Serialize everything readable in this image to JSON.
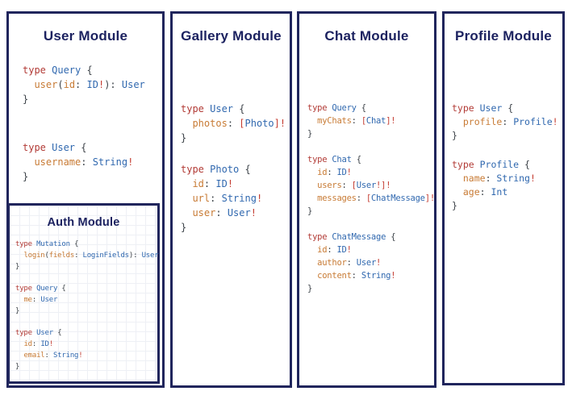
{
  "palette": {
    "border": "#20255c",
    "title": "#1c2260",
    "keyword": "#b23b36",
    "typename": "#3068af",
    "field": "#c87b35",
    "punct": "#3d4349",
    "bang": "#c43c31"
  },
  "modules": {
    "user": {
      "title": "User Module",
      "blocks": [
        [
          [
            [
              "kw",
              "type "
            ],
            [
              "ty",
              "Query "
            ],
            [
              "pn",
              "{"
            ]
          ],
          [
            [
              "pn",
              "  "
            ],
            [
              "fd",
              "user"
            ],
            [
              "pn",
              "("
            ],
            [
              "fd",
              "id"
            ],
            [
              "pn",
              ": "
            ],
            [
              "ty",
              "ID"
            ],
            [
              "bg",
              "!"
            ],
            [
              "pn",
              "): "
            ],
            [
              "ty",
              "User"
            ]
          ],
          [
            [
              "pn",
              "}"
            ]
          ]
        ],
        [
          [
            [
              "kw",
              "type "
            ],
            [
              "ty",
              "User "
            ],
            [
              "pn",
              "{"
            ]
          ],
          [
            [
              "pn",
              "  "
            ],
            [
              "fd",
              "username"
            ],
            [
              "pn",
              ": "
            ],
            [
              "ty",
              "String"
            ],
            [
              "bg",
              "!"
            ]
          ],
          [
            [
              "pn",
              "}"
            ]
          ]
        ]
      ]
    },
    "auth": {
      "title": "Auth Module",
      "blocks": [
        [
          [
            [
              "kw",
              "type "
            ],
            [
              "ty",
              "Mutation "
            ],
            [
              "pn",
              "{"
            ]
          ],
          [
            [
              "pn",
              "  "
            ],
            [
              "fd",
              "login"
            ],
            [
              "pn",
              "("
            ],
            [
              "fd",
              "fields"
            ],
            [
              "pn",
              ": "
            ],
            [
              "ty",
              "LoginFields"
            ],
            [
              "pn",
              "): "
            ],
            [
              "ty",
              "User"
            ]
          ],
          [
            [
              "pn",
              "}"
            ]
          ]
        ],
        [
          [
            [
              "kw",
              "type "
            ],
            [
              "ty",
              "Query "
            ],
            [
              "pn",
              "{"
            ]
          ],
          [
            [
              "pn",
              "  "
            ],
            [
              "fd",
              "me"
            ],
            [
              "pn",
              ": "
            ],
            [
              "ty",
              "User"
            ]
          ],
          [
            [
              "pn",
              "}"
            ]
          ]
        ],
        [
          [
            [
              "kw",
              "type "
            ],
            [
              "ty",
              "User "
            ],
            [
              "pn",
              "{"
            ]
          ],
          [
            [
              "pn",
              "  "
            ],
            [
              "fd",
              "id"
            ],
            [
              "pn",
              ": "
            ],
            [
              "ty",
              "ID"
            ],
            [
              "bg",
              "!"
            ]
          ],
          [
            [
              "pn",
              "  "
            ],
            [
              "fd",
              "email"
            ],
            [
              "pn",
              ": "
            ],
            [
              "ty",
              "String"
            ],
            [
              "bg",
              "!"
            ]
          ],
          [
            [
              "pn",
              "}"
            ]
          ]
        ]
      ]
    },
    "gallery": {
      "title": "Gallery Module",
      "blocks": [
        [
          [
            [
              "kw",
              "type "
            ],
            [
              "ty",
              "User "
            ],
            [
              "pn",
              "{"
            ]
          ],
          [
            [
              "pn",
              "  "
            ],
            [
              "fd",
              "photos"
            ],
            [
              "pn",
              ": "
            ],
            [
              "bg",
              "["
            ],
            [
              "ty",
              "Photo"
            ],
            [
              "bg",
              "]!"
            ]
          ],
          [
            [
              "pn",
              "}"
            ]
          ]
        ],
        [
          [
            [
              "kw",
              "type "
            ],
            [
              "ty",
              "Photo "
            ],
            [
              "pn",
              "{"
            ]
          ],
          [
            [
              "pn",
              "  "
            ],
            [
              "fd",
              "id"
            ],
            [
              "pn",
              ": "
            ],
            [
              "ty",
              "ID"
            ],
            [
              "bg",
              "!"
            ]
          ],
          [
            [
              "pn",
              "  "
            ],
            [
              "fd",
              "url"
            ],
            [
              "pn",
              ": "
            ],
            [
              "ty",
              "String"
            ],
            [
              "bg",
              "!"
            ]
          ],
          [
            [
              "pn",
              "  "
            ],
            [
              "fd",
              "user"
            ],
            [
              "pn",
              ": "
            ],
            [
              "ty",
              "User"
            ],
            [
              "bg",
              "!"
            ]
          ],
          [
            [
              "pn",
              "}"
            ]
          ]
        ]
      ]
    },
    "chat": {
      "title": "Chat Module",
      "blocks": [
        [
          [
            [
              "kw",
              "type "
            ],
            [
              "ty",
              "Query "
            ],
            [
              "pn",
              "{"
            ]
          ],
          [
            [
              "pn",
              "  "
            ],
            [
              "fd",
              "myChats"
            ],
            [
              "pn",
              ": "
            ],
            [
              "bg",
              "["
            ],
            [
              "ty",
              "Chat"
            ],
            [
              "bg",
              "]!"
            ]
          ],
          [
            [
              "pn",
              "}"
            ]
          ]
        ],
        [
          [
            [
              "kw",
              "type "
            ],
            [
              "ty",
              "Chat "
            ],
            [
              "pn",
              "{"
            ]
          ],
          [
            [
              "pn",
              "  "
            ],
            [
              "fd",
              "id"
            ],
            [
              "pn",
              ": "
            ],
            [
              "ty",
              "ID"
            ],
            [
              "bg",
              "!"
            ]
          ],
          [
            [
              "pn",
              "  "
            ],
            [
              "fd",
              "users"
            ],
            [
              "pn",
              ": "
            ],
            [
              "bg",
              "["
            ],
            [
              "ty",
              "User"
            ],
            [
              "bg",
              "!]!"
            ]
          ],
          [
            [
              "pn",
              "  "
            ],
            [
              "fd",
              "messages"
            ],
            [
              "pn",
              ": "
            ],
            [
              "bg",
              "["
            ],
            [
              "ty",
              "ChatMessage"
            ],
            [
              "bg",
              "]!"
            ]
          ],
          [
            [
              "pn",
              "}"
            ]
          ]
        ],
        [
          [
            [
              "kw",
              "type "
            ],
            [
              "ty",
              "ChatMessage "
            ],
            [
              "pn",
              "{"
            ]
          ],
          [
            [
              "pn",
              "  "
            ],
            [
              "fd",
              "id"
            ],
            [
              "pn",
              ": "
            ],
            [
              "ty",
              "ID"
            ],
            [
              "bg",
              "!"
            ]
          ],
          [
            [
              "pn",
              "  "
            ],
            [
              "fd",
              "author"
            ],
            [
              "pn",
              ": "
            ],
            [
              "ty",
              "User"
            ],
            [
              "bg",
              "!"
            ]
          ],
          [
            [
              "pn",
              "  "
            ],
            [
              "fd",
              "content"
            ],
            [
              "pn",
              ": "
            ],
            [
              "ty",
              "String"
            ],
            [
              "bg",
              "!"
            ]
          ],
          [
            [
              "pn",
              "}"
            ]
          ]
        ]
      ]
    },
    "profile": {
      "title": "Profile Module",
      "blocks": [
        [
          [
            [
              "kw",
              "type "
            ],
            [
              "ty",
              "User "
            ],
            [
              "pn",
              "{"
            ]
          ],
          [
            [
              "pn",
              "  "
            ],
            [
              "fd",
              "profile"
            ],
            [
              "pn",
              ": "
            ],
            [
              "ty",
              "Profile"
            ],
            [
              "bg",
              "!"
            ]
          ],
          [
            [
              "pn",
              "}"
            ]
          ]
        ],
        [
          [
            [
              "kw",
              "type "
            ],
            [
              "ty",
              "Profile "
            ],
            [
              "pn",
              "{"
            ]
          ],
          [
            [
              "pn",
              "  "
            ],
            [
              "fd",
              "name"
            ],
            [
              "pn",
              ": "
            ],
            [
              "ty",
              "String"
            ],
            [
              "bg",
              "!"
            ]
          ],
          [
            [
              "pn",
              "  "
            ],
            [
              "fd",
              "age"
            ],
            [
              "pn",
              ": "
            ],
            [
              "ty",
              "Int"
            ]
          ],
          [
            [
              "pn",
              "}"
            ]
          ]
        ]
      ]
    }
  }
}
